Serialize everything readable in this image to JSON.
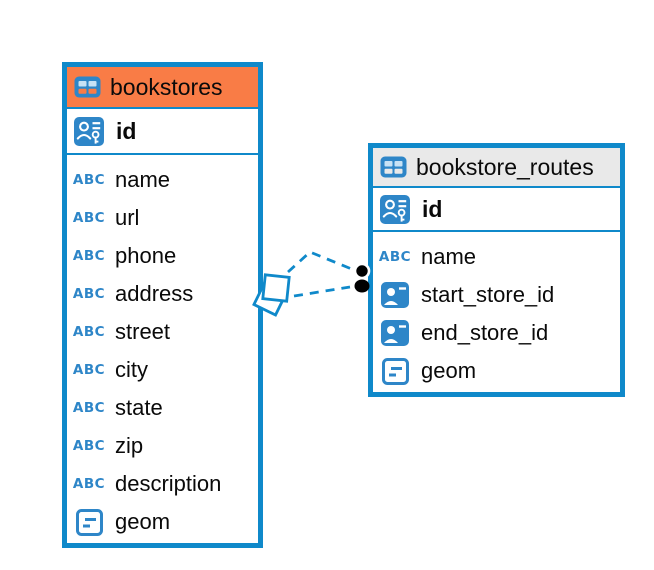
{
  "app": {
    "view": "entity-relationship-diagram"
  },
  "colors": {
    "table_border": "#0F89CA",
    "icon_blue": "#2E86C8",
    "relation_line": "#0F89CA",
    "relation_dot": "#000000",
    "text": "#0A0A0A",
    "bookstores_header_bg": "#F97C46",
    "routes_header_bg": "#E9E9E9"
  },
  "tables": [
    {
      "name": "bookstores",
      "header_bg": "#F97C46",
      "columns": [
        {
          "name": "id",
          "kind": "primary-key"
        },
        {
          "name": "name",
          "kind": "text"
        },
        {
          "name": "url",
          "kind": "text"
        },
        {
          "name": "phone",
          "kind": "text"
        },
        {
          "name": "address",
          "kind": "text"
        },
        {
          "name": "street",
          "kind": "text"
        },
        {
          "name": "city",
          "kind": "text"
        },
        {
          "name": "state",
          "kind": "text"
        },
        {
          "name": "zip",
          "kind": "text"
        },
        {
          "name": "description",
          "kind": "text"
        },
        {
          "name": "geom",
          "kind": "geometry"
        }
      ]
    },
    {
      "name": "bookstore_routes",
      "header_bg": "#E9E9E9",
      "columns": [
        {
          "name": "id",
          "kind": "primary-key"
        },
        {
          "name": "name",
          "kind": "text"
        },
        {
          "name": "start_store_id",
          "kind": "foreign-key"
        },
        {
          "name": "end_store_id",
          "kind": "foreign-key"
        },
        {
          "name": "geom",
          "kind": "geometry"
        }
      ]
    }
  ],
  "relation": {
    "from_table": "bookstores",
    "from_column": "id",
    "to_table": "bookstore_routes",
    "to_columns": [
      "start_store_id",
      "end_store_id"
    ],
    "style": "dashed",
    "line_count": 2
  }
}
